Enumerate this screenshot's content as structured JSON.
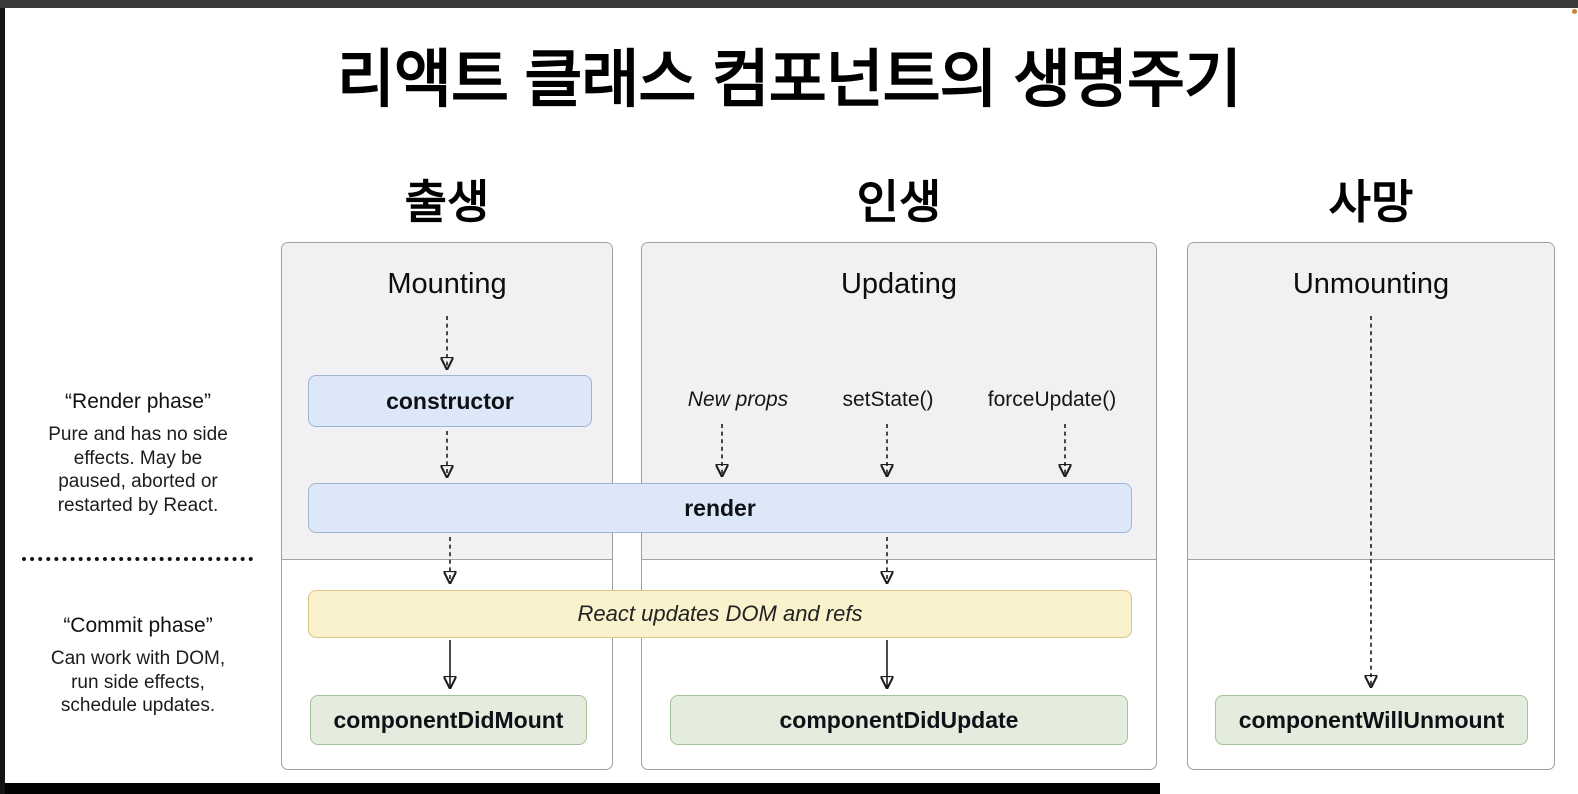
{
  "title": "리액트 클래스 컴포넌트의 생명주기",
  "columns": [
    {
      "label_ko": "출생",
      "panel_title": "Mounting"
    },
    {
      "label_ko": "인생",
      "panel_title": "Updating"
    },
    {
      "label_ko": "사망",
      "panel_title": "Unmounting"
    }
  ],
  "side_notes": {
    "render_phase": {
      "title": "“Render phase”",
      "lines": [
        "Pure and has no side",
        "effects. May be",
        "paused, aborted or",
        "restarted by React."
      ]
    },
    "commit_phase": {
      "title": "“Commit phase”",
      "lines": [
        "Can work with DOM,",
        "run side effects,",
        "schedule updates."
      ]
    }
  },
  "update_triggers": [
    {
      "label": "New props"
    },
    {
      "label": "setState()"
    },
    {
      "label": "forceUpdate()"
    }
  ],
  "nodes": {
    "constructor": {
      "label": "constructor"
    },
    "render": {
      "label": "render"
    },
    "react_updates_dom": {
      "label": "React updates DOM and refs"
    },
    "component_did_mount": {
      "label": "componentDidMount"
    },
    "component_did_update": {
      "label": "componentDidUpdate"
    },
    "component_will_unmount": {
      "label": "componentWillUnmount"
    }
  },
  "colors": {
    "render_phase_box_fill": "#dce7f8",
    "render_phase_box_border": "#a2b4d6",
    "dom_update_box_fill": "#faf1cd",
    "dom_update_box_border": "#dac786",
    "commit_box_fill": "#e3ecdd",
    "commit_box_border": "#a7c19b",
    "panel_top_fill": "#f1f1f3",
    "panel_border": "#9f9f9f",
    "top_bar": "#3a3a3a",
    "bottom_bar": "#030303"
  }
}
